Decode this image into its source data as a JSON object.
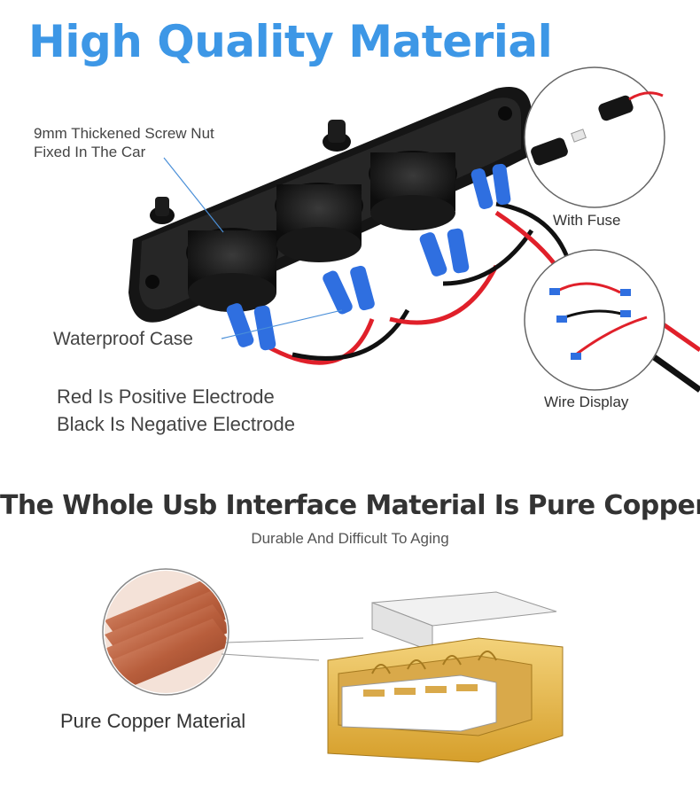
{
  "top": {
    "headline": "High Quality Material",
    "screw_nut_label_line1": "9mm Thickened Screw Nut",
    "screw_nut_label_line2": "Fixed In The Car",
    "waterproof_label": "Waterproof Case",
    "polarity_line1": "Red Is Positive Electrode",
    "polarity_line2": "Black Is Negative Electrode",
    "fuse_caption": "With Fuse",
    "wire_caption": "Wire Display"
  },
  "bottom": {
    "headline": "The Whole Usb Interface Material Is Pure Copper",
    "tagline": "Durable And Difficult To Aging",
    "copper_label": "Pure Copper Material"
  },
  "colors": {
    "headline_blue": "#3d97e6",
    "panel_black": "#1a1a1a",
    "terminal_blue": "#2f6fe0",
    "wire_red": "#e0202a",
    "copper": "#c8714f",
    "usb_gold": "#e0b53e"
  }
}
